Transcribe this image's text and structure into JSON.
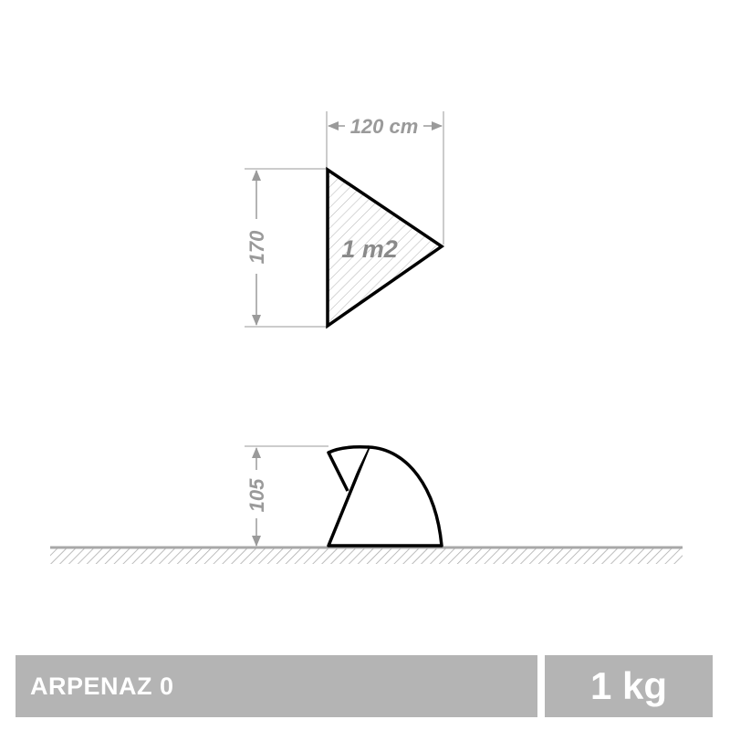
{
  "top_view": {
    "width_label": "120 cm",
    "length_label": "170",
    "area_label": "1 m2"
  },
  "side_view": {
    "height_label": "105"
  },
  "footer": {
    "product_name": "ARPENAZ 0",
    "weight": "1 kg"
  },
  "colors": {
    "outline": "#000000",
    "dimension": "#9a9a9a",
    "footer_bg": "#b4b4b4",
    "footer_text": "#ffffff"
  }
}
